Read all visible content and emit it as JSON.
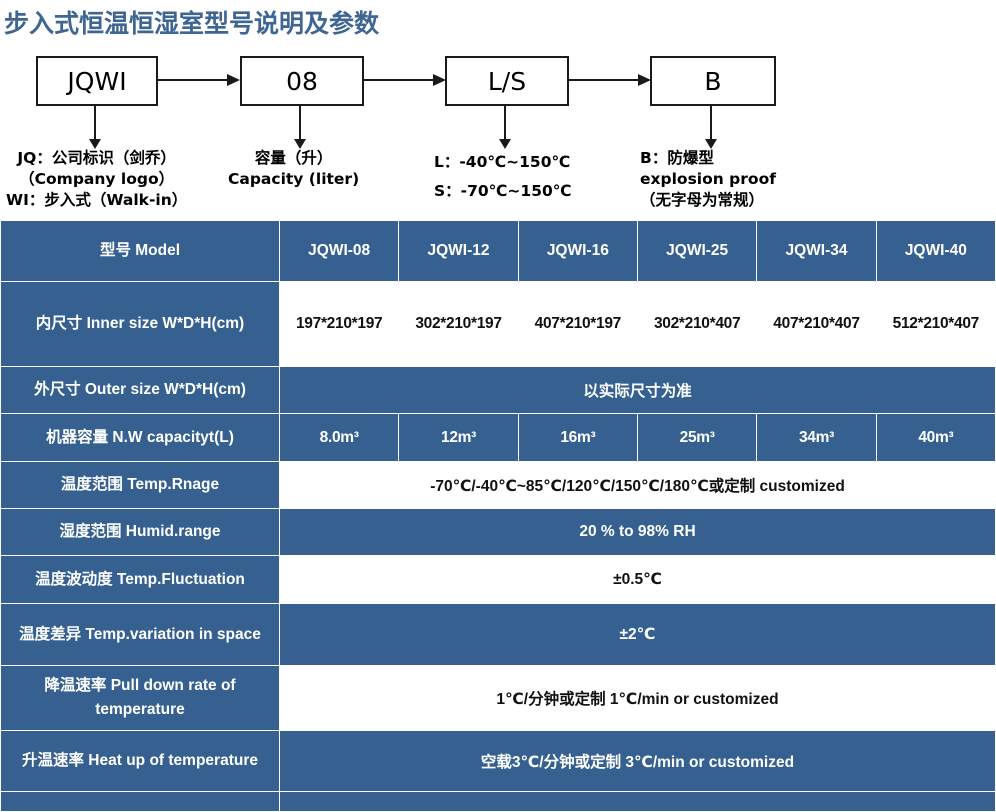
{
  "title": "步入式恒温恒湿室型号说明及参数",
  "diagram": {
    "boxes": [
      {
        "label": "JQWI"
      },
      {
        "label": "08"
      },
      {
        "label": "L/S"
      },
      {
        "label": "B"
      }
    ],
    "notes": [
      {
        "lines": [
          "JQ：公司标识（剑乔）",
          "（Company logo）",
          "WI：步入式（Walk-in）"
        ]
      },
      {
        "lines": [
          "容量（升）",
          "Capacity (liter)"
        ]
      },
      {
        "lines": [
          "L：-40℃~150℃",
          "S：-70℃~150℃"
        ]
      },
      {
        "lines": [
          "B：防爆型",
          "explosion proof",
          "（无字母为常规）"
        ]
      }
    ]
  },
  "table": {
    "header": {
      "label": "型号 Model",
      "models": [
        "JQWI-08",
        "JQWI-12",
        "JQWI-16",
        "JQWI-25",
        "JQWI-34",
        "JQWI-40"
      ]
    },
    "rows": [
      {
        "label": "内尺寸 Inner size W*D*H(cm)",
        "style": "white",
        "values": [
          "197*210*197",
          "302*210*197",
          "407*210*197",
          "302*210*407",
          "407*210*407",
          "512*210*407"
        ]
      },
      {
        "label": "外尺寸 Outer size W*D*H(cm)",
        "style": "blue",
        "merged": "以实际尺寸为准"
      },
      {
        "label": "机器容量 N.W capacityt(L)",
        "style": "blue",
        "values": [
          "8.0m³",
          "12m³",
          "16m³",
          "25m³",
          "34m³",
          "40m³"
        ]
      },
      {
        "label": "温度范围 Temp.Rnage",
        "style": "white",
        "merged": "-70℃/-40℃~85℃/120℃/150℃/180℃或定制 customized"
      },
      {
        "label": "湿度范围 Humid.range",
        "style": "blue",
        "merged": "20 % to 98% RH"
      },
      {
        "label": "温度波动度 Temp.Fluctuation",
        "style": "white",
        "merged": "±0.5℃"
      },
      {
        "label": "温度差异 Temp.variation in space",
        "style": "blue",
        "merged": "±2℃"
      },
      {
        "label": "降温速率 Pull down rate of temperature",
        "style": "white",
        "merged": "1℃/分钟或定制    1℃/min or customized"
      },
      {
        "label": "升温速率 Heat up of temperature",
        "style": "blue",
        "merged": "空载3℃/分钟或定制 3℃/min or customized"
      },
      {
        "label": "",
        "style": "blue",
        "merged": ""
      }
    ]
  },
  "colors": {
    "table_blue": "#35608f",
    "title_blue": "#3f6693",
    "cell_text_dark": "#111111"
  }
}
